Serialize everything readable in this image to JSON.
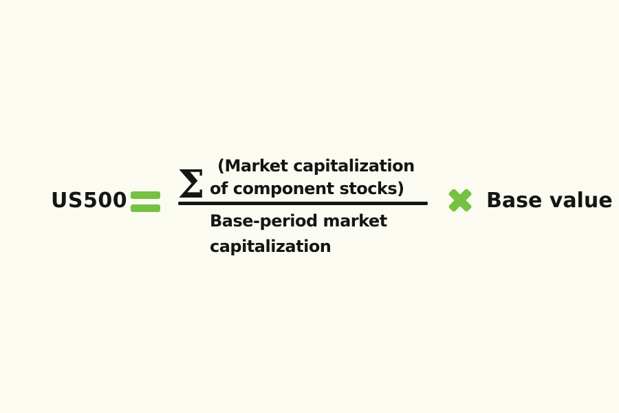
{
  "theme": {
    "bg": "#fbfbf1",
    "accent": "#76c043",
    "ink": "#151515"
  },
  "formula": {
    "lhs_label": "US500",
    "equals_operator": "=",
    "equals_icon": "green-double-bar-equals",
    "numerator": {
      "sigma": "Σ",
      "line1": "(Market capitalization",
      "line2": "of component stocks)"
    },
    "denominator": {
      "line1": "Base-period market",
      "line2": "capitalization"
    },
    "multiply_operator": "×",
    "multiply_icon": "green-cross-multiply",
    "rhs_label": "Base value"
  }
}
